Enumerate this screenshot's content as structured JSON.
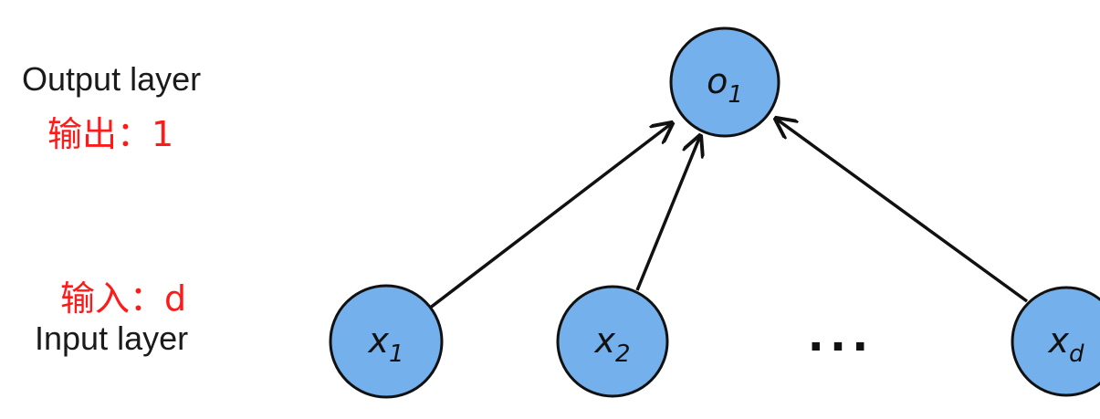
{
  "labels": {
    "output_layer": "Output layer",
    "output_annotation": "输出：1",
    "input_annotation": "输入：d",
    "input_layer": "Input layer"
  },
  "nodes": {
    "output": {
      "main": "o",
      "sub": "1"
    },
    "inputs": [
      {
        "main": "x",
        "sub": "1"
      },
      {
        "main": "x",
        "sub": "2"
      },
      {
        "main": "x",
        "sub": "d"
      }
    ],
    "ellipsis": "..."
  },
  "colors": {
    "node_fill": "#74b0ec",
    "annotation": "#ff1a1a"
  }
}
